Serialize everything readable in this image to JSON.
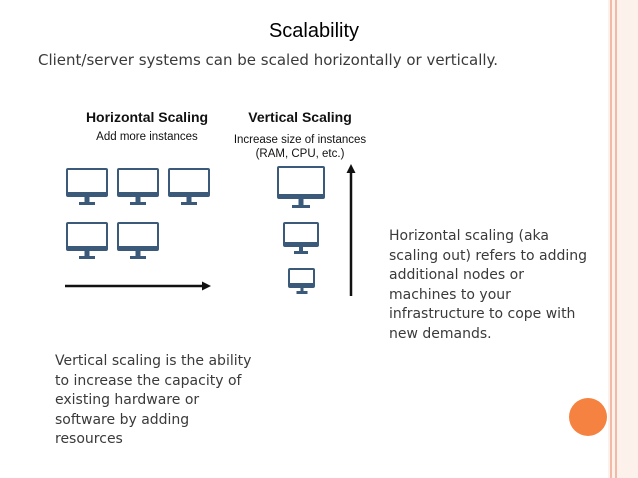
{
  "slide": {
    "title": "Scalability",
    "subtitle": "Client/server systems can be scaled horizontally or vertically."
  },
  "diagram": {
    "horizontal": {
      "heading": "Horizontal Scaling",
      "caption": "Add more instances"
    },
    "vertical": {
      "heading": "Vertical Scaling",
      "caption": "Increase size of instances\n(RAM, CPU, etc.)"
    },
    "icons": [
      "monitor-icon",
      "arrow-right-icon",
      "arrow-up-icon"
    ]
  },
  "paragraphs": {
    "right": "Horizontal scaling (aka\nscaling out) refers to adding\nadditional nodes or\nmachines to your\ninfrastructure to cope with\nnew demands.",
    "left": "Vertical scaling is the ability\nto increase the capacity of\nexisting hardware or\nsoftware by adding\nresources"
  },
  "colors": {
    "accent": "#f58240",
    "edge": "#f2b9a4",
    "monitor": "#3b5a7a"
  }
}
